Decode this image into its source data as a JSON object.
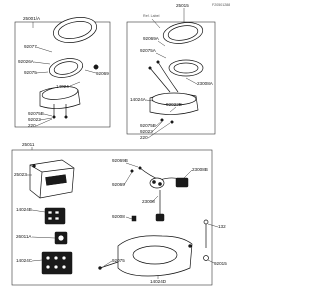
{
  "header": {
    "code": "F20501288"
  },
  "callouts": {
    "c25001A": "25001/A",
    "c25015": "25015",
    "ref_label": "Ref. Label",
    "c92077": "92077",
    "c92026A": "92026A",
    "c92075": "92075",
    "c92069_a": "92069",
    "c14024_a": "14024",
    "c92075B_a": "92075B",
    "c92022_a": "92022",
    "c220_a": "220",
    "c92069A": "92069A",
    "c92075A": "92075A",
    "c14024A": "14024A",
    "c23008A": "23008A",
    "c92022B": "92022B",
    "c92075B_b": "92075B",
    "c92022_b": "92022",
    "c220_b": "220",
    "c25011": "25011",
    "c25023": "25023",
    "c92069B": "92069B",
    "c23008B": "23008B",
    "c14024B": "14024B",
    "c92069_b": "92069",
    "c23008": "23008",
    "c26011A": "26011A",
    "c92008": "92008",
    "c132": "132",
    "c14024C": "14024C",
    "c14024D": "14024D",
    "c92015": "92015"
  }
}
